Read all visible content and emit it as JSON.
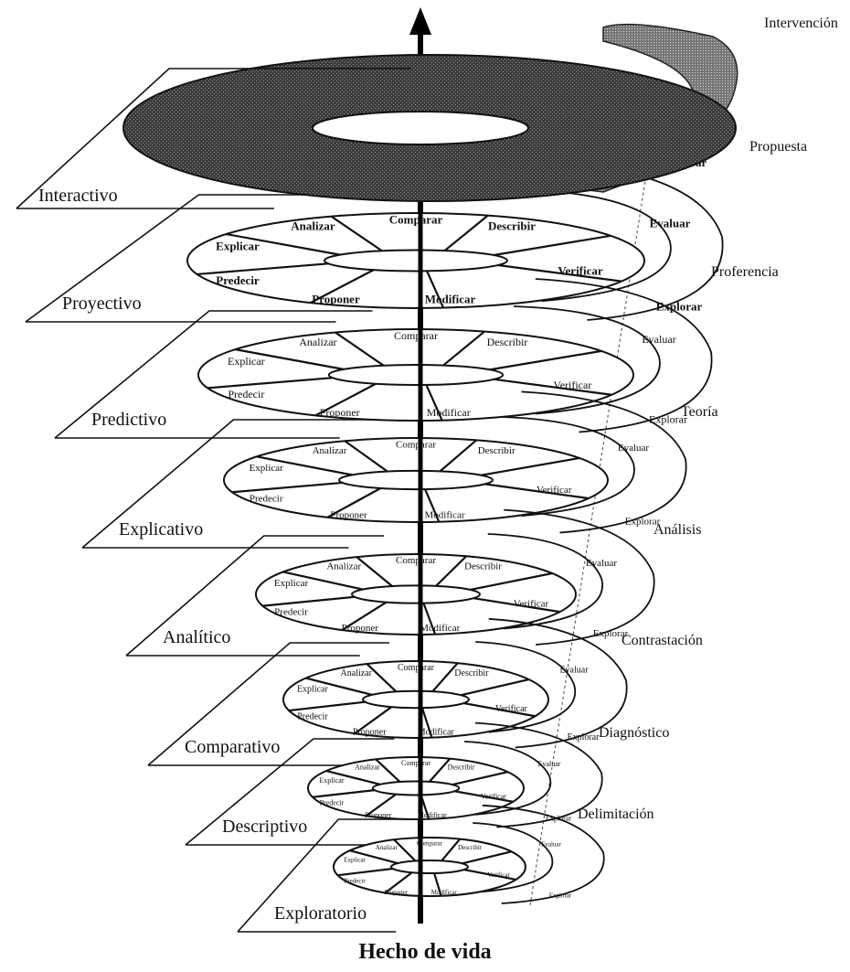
{
  "title": "Hecho de vida",
  "top_label": "Intervención",
  "levels": [
    {
      "name": "Interactivo",
      "outer": "Propuesta"
    },
    {
      "name": "Proyectivo",
      "outer": "Proferencia"
    },
    {
      "name": "Predictivo",
      "outer": "Teoría"
    },
    {
      "name": "Explicativo",
      "outer": "Análisis"
    },
    {
      "name": "Analítico",
      "outer": "Contrastación"
    },
    {
      "name": "Comparativo",
      "outer": "Diagnóstico"
    },
    {
      "name": "Descriptivo",
      "outer": "Delimitación"
    },
    {
      "name": "Exploratorio",
      "outer": ""
    }
  ],
  "inner_labels": [
    "Analizar",
    "Comparar",
    "Describir",
    "Verificar",
    "Modificar",
    "Proponer",
    "Predecir",
    "Explicar"
  ],
  "band_labels": [
    "Explorar",
    "Evaluar"
  ]
}
